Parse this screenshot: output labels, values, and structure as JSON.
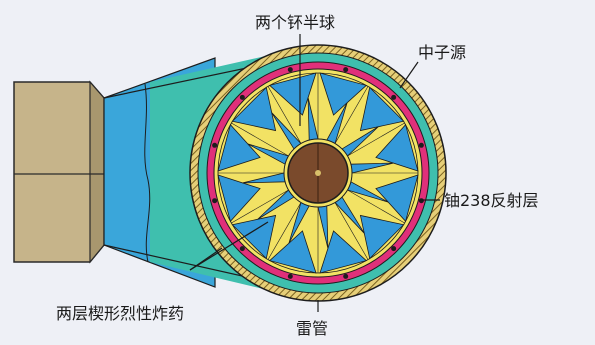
{
  "diagram": {
    "labels": {
      "top_hemispheres": "两个钚半球",
      "neutron_source": "中子源",
      "uranium_reflector": "铀238反射层",
      "explosive_layers": "两层楔形烈性炸药",
      "detonator": "雷管"
    },
    "colors": {
      "background": "#eef0f6",
      "box": "#c6b48a",
      "cone": "#3aa6da",
      "teal_band": "#3fbfae",
      "outer_shell": "#d8c06a",
      "pink_ring": "#e0307a",
      "blue_wedge": "#3399d9",
      "yellow_wedge": "#f2e264",
      "core": "#7a4a2c"
    },
    "wedge_count": 12
  }
}
